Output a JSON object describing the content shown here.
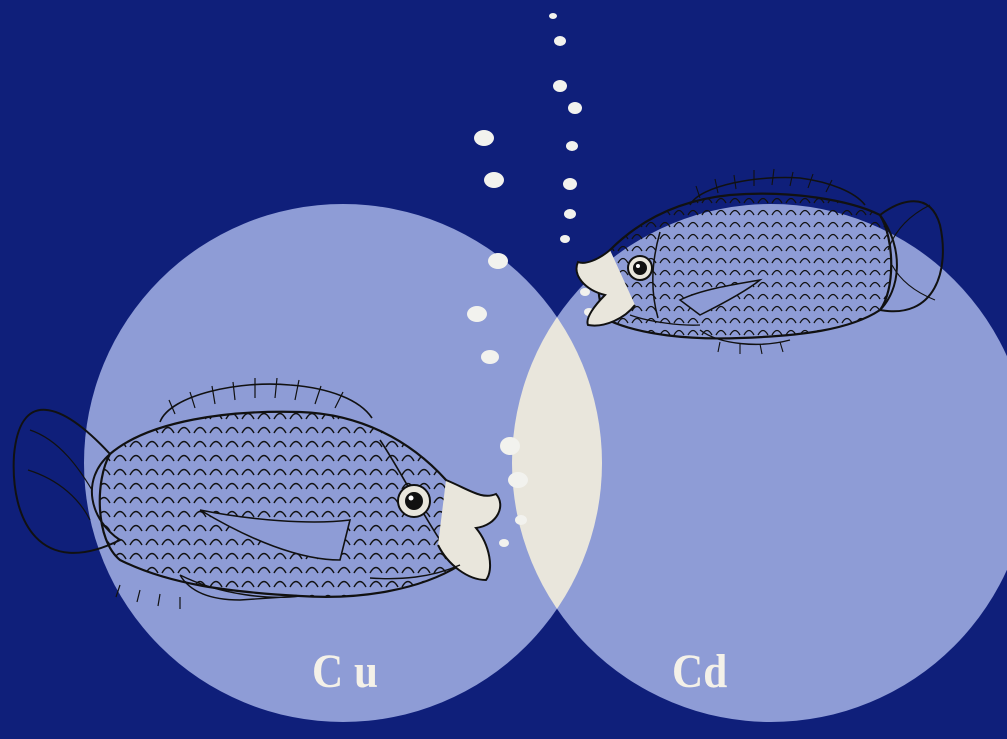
{
  "diagram": {
    "sets": [
      {
        "id": "left",
        "label": "C u"
      },
      {
        "id": "right",
        "label": "Cd"
      }
    ],
    "subjects": [
      {
        "set": "left",
        "icon": "fish-icon",
        "facing": "right"
      },
      {
        "set": "right",
        "icon": "fish-icon",
        "facing": "left"
      }
    ],
    "bubbles_icon": "bubbles-icon"
  },
  "colors": {
    "background": "#0f1f7a",
    "circle_fill": "#8e9cd6",
    "overlap_fill": "#e9e6dc",
    "label": "#f4f1e8",
    "ink": "#101010"
  }
}
